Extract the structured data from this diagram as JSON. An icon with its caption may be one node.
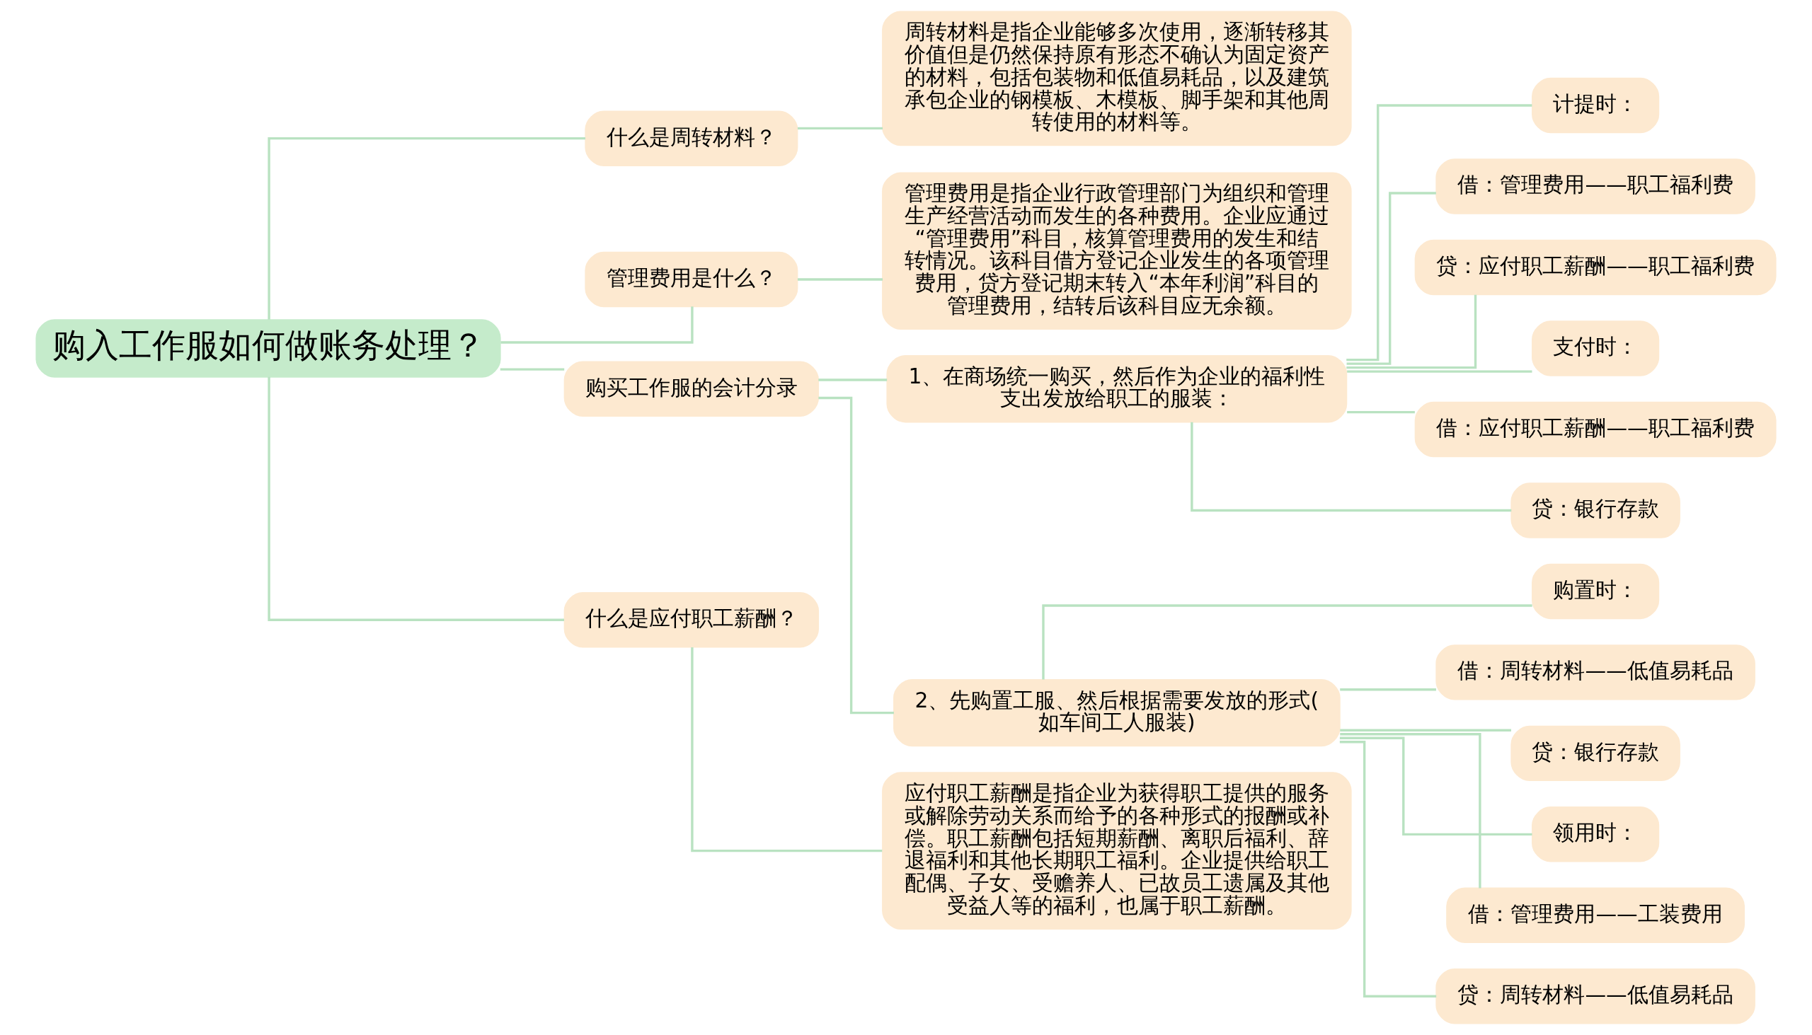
{
  "diagram": {
    "nodes": [
      {
        "text": [
          "购入工作服如何做账务处理？"
        ]
      },
      {
        "text": [
          "什么是周转材料？"
        ]
      },
      {
        "text": [
          "周转材料是指企业能够多次使用，逐渐转移其价值但是仍然保持原有形态不确认为固定资产的材料，包括包装物和低值易耗品，以及建筑承包企业的钢模板、木模板、脚手架和其他周转使用的材料等。"
        ]
      },
      {
        "text": [
          "管理费用是什么？"
        ]
      },
      {
        "text": [
          "管理费用是指企业行政管理部门为组织和管理生产经营活动而发生的各种费用。企业应通过“管理费用”科目，核算管理费用的发生和结转情况。该科目借方登记企业发生的各项管理费用，贷方登记期末转入“本年利润”科目的管理费用，结转后该科目应无余额。"
        ]
      },
      {
        "text": [
          "购买工作服的会计分录"
        ]
      },
      {
        "text": [
          "1、在商场统一购买，然后作为企业的福利性支出发放给职工的服装："
        ]
      },
      {
        "text": [
          "计提时："
        ]
      },
      {
        "text": [
          "借：管理费用——职工福利费"
        ]
      },
      {
        "text": [
          "贷：应付职工薪酬——职工福利费"
        ]
      },
      {
        "text": [
          "支付时："
        ]
      },
      {
        "text": [
          "借：应付职工薪酬——职工福利费"
        ]
      },
      {
        "text": [
          "贷：银行存款"
        ]
      },
      {
        "text": [
          "2、先购置工服、然后根据需要发放的形式(如车间工人服装)"
        ]
      },
      {
        "text": [
          "购置时："
        ]
      },
      {
        "text": [
          "借：周转材料——低值易耗品"
        ]
      },
      {
        "text": [
          "贷：银行存款"
        ]
      },
      {
        "text": [
          "领用时："
        ]
      },
      {
        "text": [
          "借：管理费用——工装费用"
        ]
      },
      {
        "text": [
          "贷：周转材料——低值易耗品"
        ]
      },
      {
        "text": [
          "什么是应付职工薪酬？"
        ]
      },
      {
        "text": [
          "应付职工薪酬是指企业为获得职工提供的服务或解除劳动关系而给予的各种形式的报酬或补偿。职工薪酬包括短期薪酬、离职后福利、辞退福利和其他长期职工福利。企业提供给职工配偶、子女、受赡养人、已故员工遗属及其他受益人等的福利，也属于职工薪酬。"
        ]
      }
    ],
    "edges": [
      {
        "from": 0,
        "to": 1,
        "arrow": "none"
      },
      {
        "from": 1,
        "to": 2,
        "arrow": "none"
      },
      {
        "from": 0,
        "to": 3,
        "arrow": "none"
      },
      {
        "from": 3,
        "to": 4,
        "arrow": "none"
      },
      {
        "from": 0,
        "to": 5,
        "arrow": "none"
      },
      {
        "from": 5,
        "to": 6,
        "arrow": "none"
      },
      {
        "from": 6,
        "to": 7,
        "arrow": "none"
      },
      {
        "from": 6,
        "to": 8,
        "arrow": "none"
      },
      {
        "from": 6,
        "to": 9,
        "arrow": "none"
      },
      {
        "from": 6,
        "to": 10,
        "arrow": "none"
      },
      {
        "from": 6,
        "to": 11,
        "arrow": "none"
      },
      {
        "from": 6,
        "to": 12,
        "arrow": "none"
      },
      {
        "from": 5,
        "to": 13,
        "arrow": "none"
      },
      {
        "from": 13,
        "to": 14,
        "arrow": "none"
      },
      {
        "from": 13,
        "to": 15,
        "arrow": "none"
      },
      {
        "from": 13,
        "to": 16,
        "arrow": "none"
      },
      {
        "from": 13,
        "to": 17,
        "arrow": "none"
      },
      {
        "from": 13,
        "to": 18,
        "arrow": "none"
      },
      {
        "from": 13,
        "to": 19,
        "arrow": "none"
      },
      {
        "from": 0,
        "to": 20,
        "arrow": "none"
      },
      {
        "from": 20,
        "to": 21,
        "arrow": "none"
      }
    ]
  }
}
